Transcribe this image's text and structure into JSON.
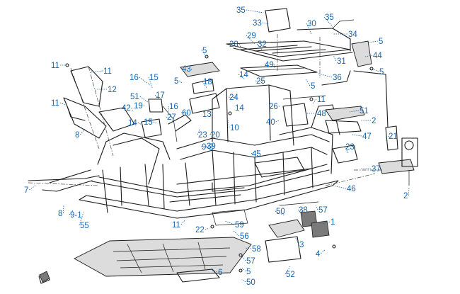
{
  "callouts": [
    {
      "text": "35"
    },
    {
      "text": "35"
    },
    {
      "text": "33"
    },
    {
      "text": "30"
    },
    {
      "text": "34"
    },
    {
      "text": "29"
    },
    {
      "text": "5"
    },
    {
      "text": "28"
    },
    {
      "text": "32"
    },
    {
      "text": "44"
    },
    {
      "text": "31"
    },
    {
      "text": "5"
    },
    {
      "text": "49"
    },
    {
      "text": "36"
    },
    {
      "text": "5"
    },
    {
      "text": "5"
    },
    {
      "text": "11"
    },
    {
      "text": "11"
    },
    {
      "text": "43"
    },
    {
      "text": "16"
    },
    {
      "text": "15"
    },
    {
      "text": "5"
    },
    {
      "text": "14"
    },
    {
      "text": "25"
    },
    {
      "text": "18"
    },
    {
      "text": "12"
    },
    {
      "text": "17"
    },
    {
      "text": "51"
    },
    {
      "text": "24"
    },
    {
      "text": "11"
    },
    {
      "text": "11"
    },
    {
      "text": "42"
    },
    {
      "text": "19"
    },
    {
      "text": "16"
    },
    {
      "text": "60"
    },
    {
      "text": "14"
    },
    {
      "text": "26"
    },
    {
      "text": "48"
    },
    {
      "text": "51"
    },
    {
      "text": "13"
    },
    {
      "text": "14"
    },
    {
      "text": "15"
    },
    {
      "text": "27"
    },
    {
      "text": "40"
    },
    {
      "text": "2"
    },
    {
      "text": "10"
    },
    {
      "text": "8"
    },
    {
      "text": "23"
    },
    {
      "text": "20"
    },
    {
      "text": "9-2"
    },
    {
      "text": "39"
    },
    {
      "text": "47"
    },
    {
      "text": "21"
    },
    {
      "text": "23"
    },
    {
      "text": "45"
    },
    {
      "text": "37"
    },
    {
      "text": "46"
    },
    {
      "text": "2"
    },
    {
      "text": "7"
    },
    {
      "text": "8"
    },
    {
      "text": "9-1"
    },
    {
      "text": "55"
    },
    {
      "text": "50"
    },
    {
      "text": "38"
    },
    {
      "text": "57"
    },
    {
      "text": "1"
    },
    {
      "text": "11"
    },
    {
      "text": "22"
    },
    {
      "text": "59"
    },
    {
      "text": "56"
    },
    {
      "text": "3"
    },
    {
      "text": "58"
    },
    {
      "text": "4"
    },
    {
      "text": "57"
    },
    {
      "text": "52"
    },
    {
      "text": "6"
    },
    {
      "text": "5"
    },
    {
      "text": "50"
    }
  ]
}
